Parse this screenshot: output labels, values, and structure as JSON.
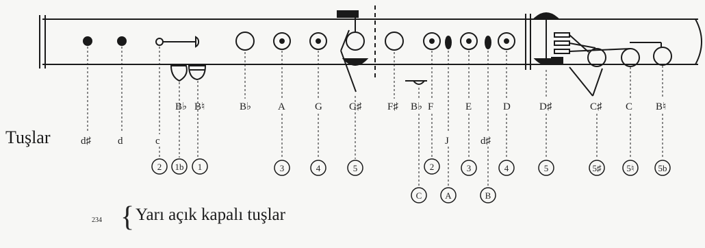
{
  "heading": "Tuşlar",
  "footnote_number": "234",
  "caption": "Yarı açık kapalı tuşlar",
  "upper_labels": [
    "B♭",
    "B♮",
    "B♭",
    "A",
    "G",
    "G♯",
    "F♯",
    "B♭",
    "F",
    "E",
    "D",
    "D♯",
    "C♯",
    "C",
    "B♮"
  ],
  "lower_labels": [
    "d♯",
    "d",
    "c",
    "J",
    "d♯"
  ],
  "circle_numbers": [
    "2",
    "1b",
    "1",
    "3",
    "4",
    "5",
    "2",
    "3",
    "4",
    "5",
    "5♯",
    "5♮",
    "5b"
  ],
  "letter_circles": [
    "C",
    "A",
    "B"
  ],
  "colors": {
    "ink": "#1a1a1a",
    "paper": "#f7f7f5"
  }
}
